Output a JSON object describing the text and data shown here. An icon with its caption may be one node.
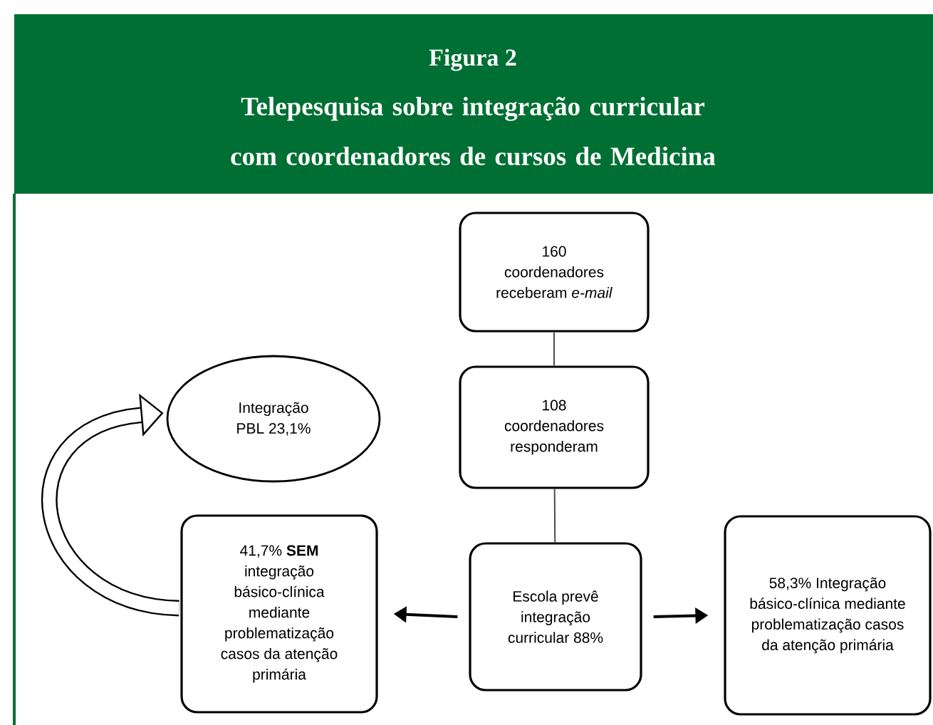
{
  "diagram": {
    "title": "Telepesquisa sobre integração curricular com coordenadores de cursos de Medicina",
    "labels": [
      "Figura 2"
    ],
    "nodes": [
      {
        "text": [
          "160 coordenadores receberam *e-mail*"
        ]
      },
      {
        "text": [
          "108 coordenadores responderam"
        ]
      },
      {
        "text": [
          "Integração PBL 23,1%"
        ]
      },
      {
        "text": [
          "41,7% **SEM** integração básico-clínica mediante problematização casos da atenção primária"
        ]
      },
      {
        "text": [
          "Escola prevê integração curricular 88%"
        ]
      },
      {
        "text": [
          "58,3% Integração básico-clínica mediante problematização casos da atenção primária"
        ]
      }
    ],
    "edges": [
      {
        "from": 0,
        "to": 1,
        "arrow": "none"
      },
      {
        "from": 1,
        "to": 4,
        "arrow": "none"
      },
      {
        "from": 4,
        "to": 3,
        "arrow": "to"
      },
      {
        "from": 4,
        "to": 5,
        "arrow": "to"
      },
      {
        "from": 3,
        "to": 2,
        "arrow": "to",
        "style": "thick"
      }
    ]
  }
}
